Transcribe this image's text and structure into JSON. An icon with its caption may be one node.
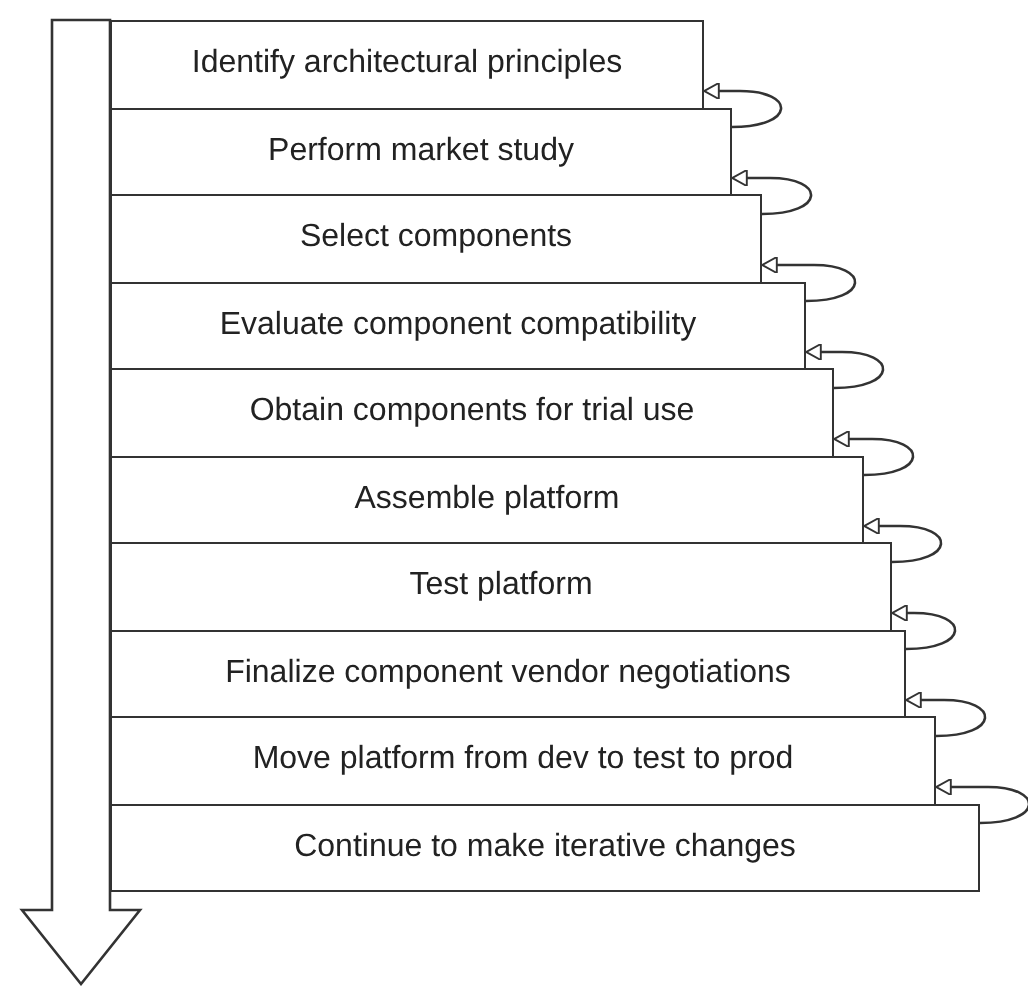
{
  "diagram": {
    "nodes": [
      {
        "text": [
          "Identify architectural principles"
        ]
      },
      {
        "text": [
          "Perform market study"
        ]
      },
      {
        "text": [
          "Select components"
        ]
      },
      {
        "text": [
          "Evaluate component compatibility"
        ]
      },
      {
        "text": [
          "Obtain components for trial use"
        ]
      },
      {
        "text": [
          "Assemble platform"
        ]
      },
      {
        "text": [
          "Test platform"
        ]
      },
      {
        "text": [
          "Finalize component vendor negotiations"
        ]
      },
      {
        "text": [
          "Move platform from dev to test to prod"
        ]
      },
      {
        "text": [
          "Continue to make iterative changes"
        ]
      }
    ],
    "edges": [
      {
        "from": 1,
        "to": 0,
        "arrow": "to"
      },
      {
        "from": 2,
        "to": 1,
        "arrow": "to"
      },
      {
        "from": 3,
        "to": 2,
        "arrow": "to"
      },
      {
        "from": 4,
        "to": 3,
        "arrow": "to"
      },
      {
        "from": 5,
        "to": 4,
        "arrow": "to"
      },
      {
        "from": 6,
        "to": 5,
        "arrow": "to"
      },
      {
        "from": 7,
        "to": 6,
        "arrow": "to"
      },
      {
        "from": 8,
        "to": 7,
        "arrow": "to"
      },
      {
        "from": 9,
        "to": 8,
        "arrow": "to"
      }
    ]
  }
}
